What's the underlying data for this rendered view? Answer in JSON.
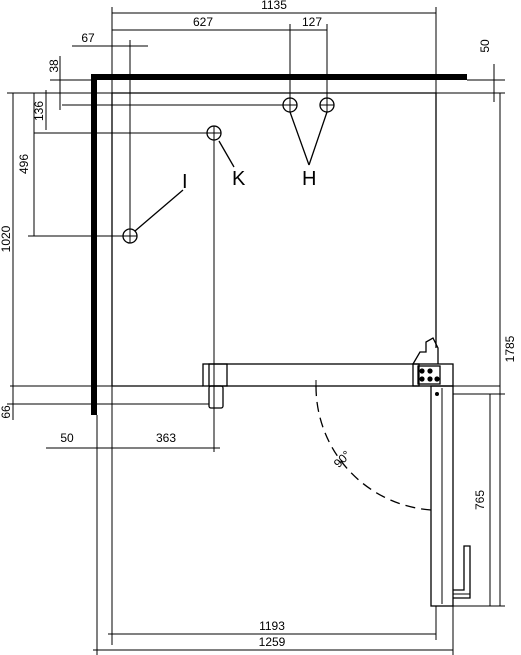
{
  "dimensions": {
    "top_overall": "1135",
    "top_left_offset": "627",
    "top_spacing": "127",
    "top_left_small": "67",
    "right_top_small": "50",
    "left_38": "38",
    "left_136": "136",
    "left_496": "496",
    "left_1020": "1020",
    "left_66": "66",
    "right_1785": "1785",
    "right_765": "765",
    "bottom_50": "50",
    "bottom_363": "363",
    "bottom_1193": "1193",
    "bottom_1259": "1259",
    "angle": "90°"
  },
  "labels": {
    "H": "H",
    "I": "I",
    "K": "K"
  },
  "colors": {
    "line": "#000000",
    "background": "#ffffff"
  }
}
